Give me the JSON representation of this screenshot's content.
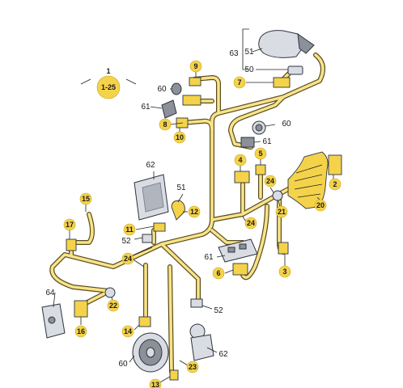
{
  "diagram": {
    "title_callout": {
      "number": "1",
      "range": "1-25"
    },
    "callouts": [
      {
        "id": "c9",
        "text": "9",
        "badge": true
      },
      {
        "id": "c60a",
        "text": "60",
        "badge": false
      },
      {
        "id": "c61a",
        "text": "61",
        "badge": false
      },
      {
        "id": "c8",
        "text": "8",
        "badge": true
      },
      {
        "id": "c10",
        "text": "10",
        "badge": true
      },
      {
        "id": "c63",
        "text": "63",
        "badge": false
      },
      {
        "id": "c51a",
        "text": "51",
        "badge": false
      },
      {
        "id": "c50",
        "text": "50",
        "badge": false
      },
      {
        "id": "c7",
        "text": "7",
        "badge": true
      },
      {
        "id": "c60b",
        "text": "60",
        "badge": false
      },
      {
        "id": "c61b",
        "text": "61",
        "badge": false
      },
      {
        "id": "c62a",
        "text": "62",
        "badge": false
      },
      {
        "id": "c4",
        "text": "4",
        "badge": true
      },
      {
        "id": "c5",
        "text": "5",
        "badge": true
      },
      {
        "id": "c15",
        "text": "15",
        "badge": true
      },
      {
        "id": "c51b",
        "text": "51",
        "badge": false
      },
      {
        "id": "c12",
        "text": "12",
        "badge": true
      },
      {
        "id": "c24a",
        "text": "24",
        "badge": true
      },
      {
        "id": "c2",
        "text": "2",
        "badge": true
      },
      {
        "id": "c17",
        "text": "17",
        "badge": true
      },
      {
        "id": "c11",
        "text": "11",
        "badge": true
      },
      {
        "id": "c21",
        "text": "21",
        "badge": true
      },
      {
        "id": "c20",
        "text": "20",
        "badge": true
      },
      {
        "id": "c24b",
        "text": "24",
        "badge": true
      },
      {
        "id": "c52a",
        "text": "52",
        "badge": false
      },
      {
        "id": "c24c",
        "text": "24",
        "badge": true
      },
      {
        "id": "c61c",
        "text": "61",
        "badge": false
      },
      {
        "id": "c3",
        "text": "3",
        "badge": true
      },
      {
        "id": "c6",
        "text": "6",
        "badge": true
      },
      {
        "id": "c64",
        "text": "64",
        "badge": false
      },
      {
        "id": "c22",
        "text": "22",
        "badge": true
      },
      {
        "id": "c52b",
        "text": "52",
        "badge": false
      },
      {
        "id": "c16",
        "text": "16",
        "badge": true
      },
      {
        "id": "c14",
        "text": "14",
        "badge": true
      },
      {
        "id": "c62b",
        "text": "62",
        "badge": false
      },
      {
        "id": "c60c",
        "text": "60",
        "badge": false
      },
      {
        "id": "c23",
        "text": "23",
        "badge": true
      },
      {
        "id": "c13",
        "text": "13",
        "badge": true
      }
    ]
  }
}
